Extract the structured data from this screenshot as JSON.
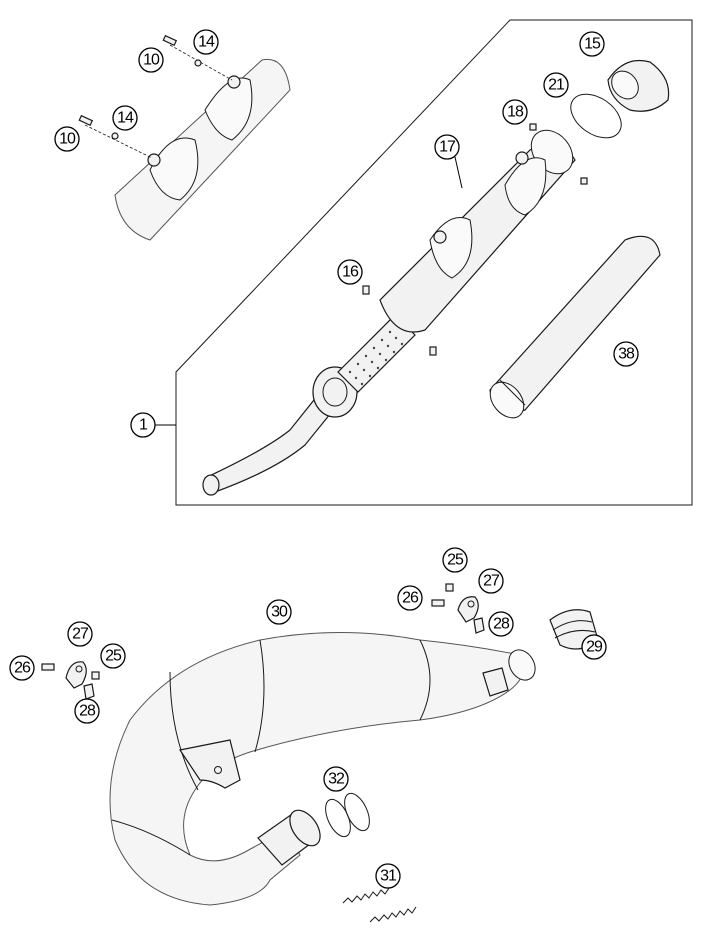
{
  "callouts": {
    "c1": "1",
    "c10a": "10",
    "c10b": "10",
    "c14a": "14",
    "c14b": "14",
    "c15": "15",
    "c16": "16",
    "c17": "17",
    "c18": "18",
    "c21": "21",
    "c25a": "25",
    "c25b": "25",
    "c26a": "26",
    "c26b": "26",
    "c27a": "27",
    "c27b": "27",
    "c28a": "28",
    "c28b": "28",
    "c29": "29",
    "c30": "30",
    "c31": "31",
    "c32": "32",
    "c38": "38"
  }
}
